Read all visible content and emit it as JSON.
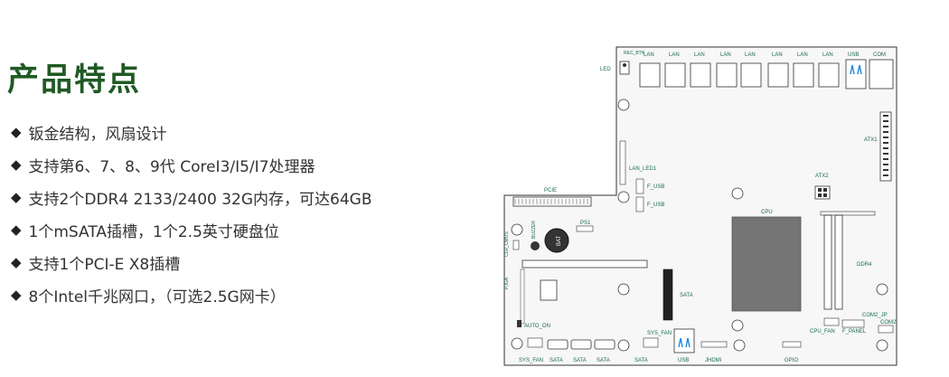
{
  "title": "产品特点",
  "bullet_glyph": "◆",
  "features": [
    "钣金结构，风扇设计",
    "支持第6、7、8、9代 CoreI3/I5/I7处理器",
    "支持2个DDR4 2133/2400 32G内存，可达64GB",
    "1个mSATA插槽，1个2.5英寸硬盘位",
    "支持1个PCI-E X8插槽",
    "8个Intel千兆网口，（可选2.5G网卡）"
  ],
  "board": {
    "labels": {
      "rec_btn": "REC_BTN",
      "led": "LED",
      "lan": "LAN",
      "usb": "USB",
      "com": "COM",
      "atx1": "ATX1",
      "lan_led1": "LAN_LED1",
      "f_usb": "F_USB",
      "atx2": "ATX2",
      "pcie": "PCIE",
      "cpu": "CPU",
      "buzzer": "BUZZER",
      "ps1": "PS1",
      "bat": "BAT",
      "clr_cmos": "CLR_CMOS",
      "ddr4": "DDR4",
      "pjga": "PJGA",
      "sata": "SATA",
      "auto_on": "AUTO_ON",
      "sys_fan": "SYS_FAN",
      "cpu_fan": "CPU_FAN",
      "f_panel": "F_PANEL",
      "com2_jp": "COM2_JP",
      "com2": "COM2",
      "jhdmi": "JHDMI",
      "gpio": "GPIO"
    }
  }
}
